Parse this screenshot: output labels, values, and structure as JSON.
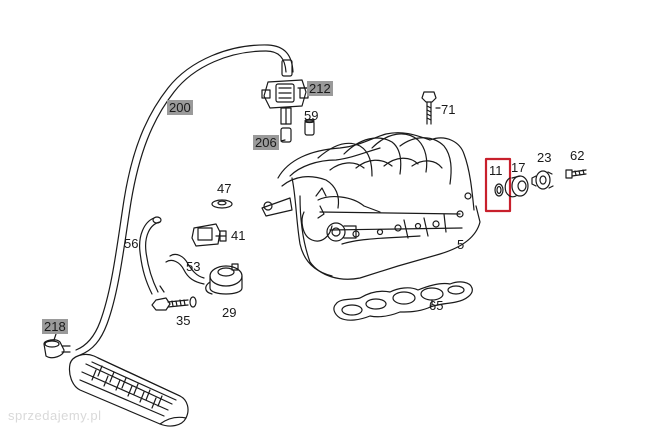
{
  "callouts": {
    "c200": "200",
    "c212": "212",
    "c206": "206",
    "c59": "59",
    "c71": "71",
    "c11": "11",
    "c17": "17",
    "c23": "23",
    "c62": "62",
    "c47": "47",
    "c41": "41",
    "c56": "56",
    "c53": "53",
    "c5": "5",
    "c65": "65",
    "c35": "35",
    "c29": "29",
    "c218": "218"
  },
  "watermark": "sprzedajemy.pl",
  "colors": {
    "line": "#1a1a1a",
    "shaded_label_bg": "#9a9a9a",
    "highlight_box": "#c8202c"
  }
}
